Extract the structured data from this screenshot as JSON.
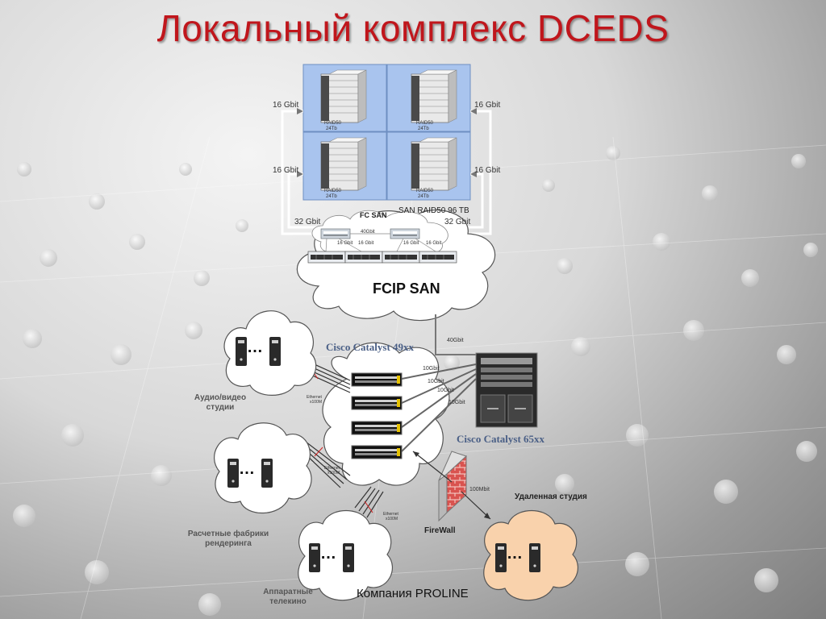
{
  "title": "Локальный комплекс DCEDS",
  "footer": "Компания PROLINE",
  "storage": {
    "label": "SAN RAID50 96 TB",
    "unit_caption_line1": "RAID50",
    "unit_caption_line2": "24Tb"
  },
  "links": {
    "g16": "16 Gbit",
    "g32": "32 Gbit",
    "g40": "40Gbit",
    "g10": "10Gbit",
    "m100": "100Mbit",
    "fc40": "40Gbit",
    "fc16": "16 Gbit",
    "eth1": "Ethernet",
    "eth2": "x100M"
  },
  "clouds": {
    "fc_san": "FC SAN",
    "fcip_san": "FCIP SAN"
  },
  "switches": {
    "c49": "Cisco Catalyst 49xx",
    "c65": "Cisco Catalyst 65xx"
  },
  "firewall": "FireWall",
  "groups": {
    "audio_1": "Аудио/видео",
    "audio_2": "студии",
    "render_1": "Расчетные фабрики",
    "render_2": "рендеринга",
    "telecine_1": "Аппаратные",
    "telecine_2": "телекино",
    "remote": "Удаленная студия",
    "ellipsis": "…"
  },
  "colors": {
    "title": "#c0161c",
    "storage_panel": "#a9c4ee",
    "remote_cloud": "#f9d2ac",
    "switch_text": "#4a5f86"
  }
}
